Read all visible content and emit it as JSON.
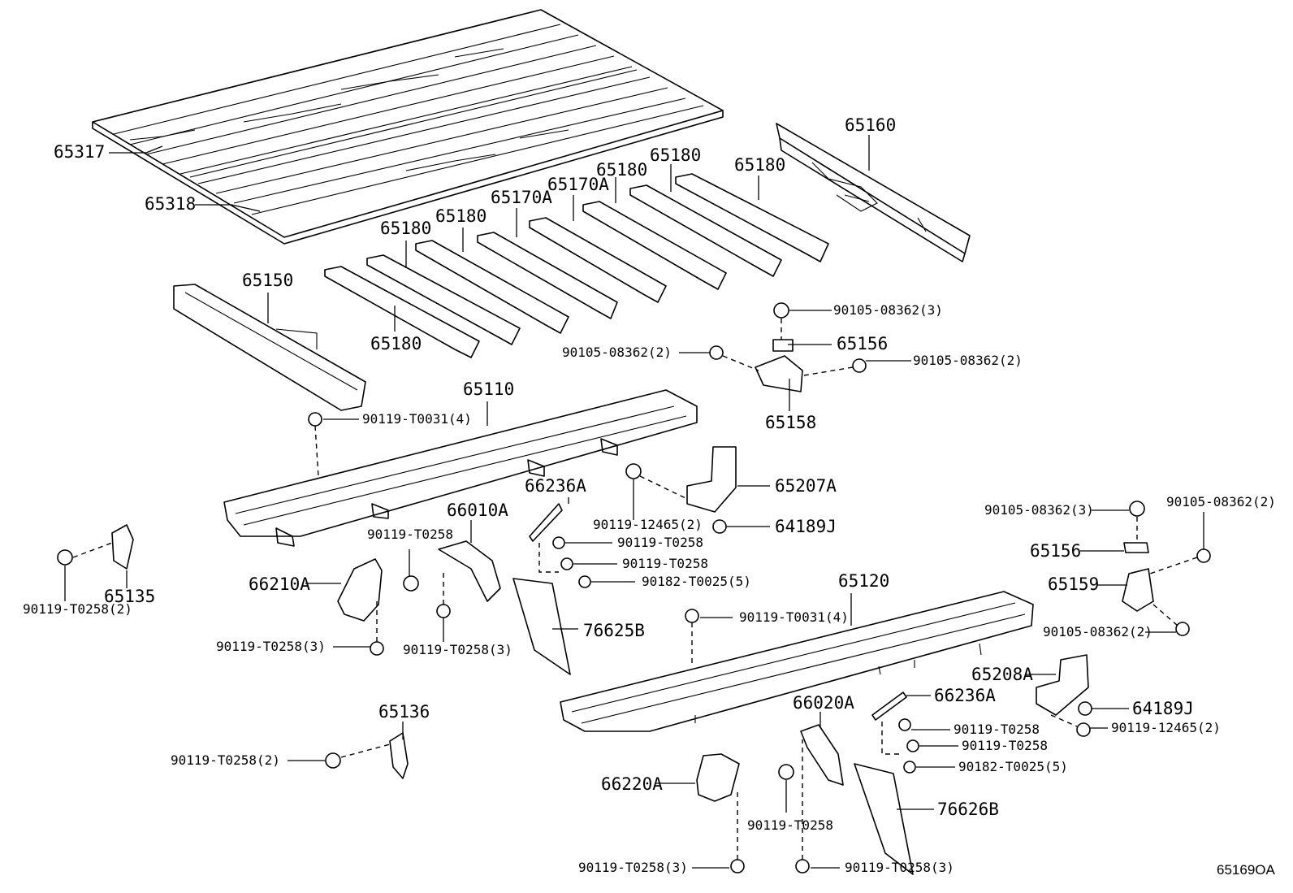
{
  "callouts": {
    "c65317": "65317",
    "c65318": "65318",
    "c65160": "65160",
    "c65180a": "65180",
    "c65180b": "65180",
    "c65180c": "65180",
    "c65180d": "65180",
    "c65180e": "65180",
    "c65180f": "65180",
    "c65170a1": "65170A",
    "c65170a2": "65170A",
    "c65150": "65150",
    "c90105_3a": "90105-08362(3)",
    "c65156a": "65156",
    "c90105_2a": "90105-08362(2)",
    "c90105_2b": "90105-08362(2)",
    "c65158": "65158",
    "c65110": "65110",
    "c90119_t0031a": "90119-T0031(4)",
    "c66236a1": "66236A",
    "c65207a": "65207A",
    "c90119_12465a": "90119-12465(2)",
    "c64189j_a": "64189J",
    "c66010a": "66010A",
    "c90119_t0258_a": "90119-T0258",
    "c90119_t0258_b": "90119-T0258",
    "c90119_t0258_c": "90119-T0258",
    "c90182_a": "90182-T0025(5)",
    "c90105_3b": "90105-08362(3)",
    "c90105_2c": "90105-08362(2)",
    "c65156b": "65156",
    "c65159": "65159",
    "c90105_2d": "90105-08362(2)",
    "c90119_t0258_2a": "90119-T0258(2)",
    "c65135": "65135",
    "c66210a": "66210A",
    "c90119_t0258_3a": "90119-T0258(3)",
    "c90119_t0258_3b": "90119-T0258(3)",
    "c76625b": "76625B",
    "c65120": "65120",
    "c90119_t0031b": "90119-T0031(4)",
    "c65208a": "65208A",
    "c64189j_b": "64189J",
    "c90119_12465b": "90119-12465(2)",
    "c66236a2": "66236A",
    "c66020a": "66020A",
    "c90119_t0258_d": "90119-T0258",
    "c90119_t0258_e": "90119-T0258",
    "c90182_b": "90182-T0025(5)",
    "c65136": "65136",
    "c90119_t0258_2b": "90119-T0258(2)",
    "c66220a": "66220A",
    "c90119_t0258_f": "90119-T0258",
    "c76626b": "76626B",
    "c90119_t0258_3c": "90119-T0258(3)",
    "c90119_t0258_3d": "90119-T0258(3)"
  },
  "figure_id": "65169OA"
}
